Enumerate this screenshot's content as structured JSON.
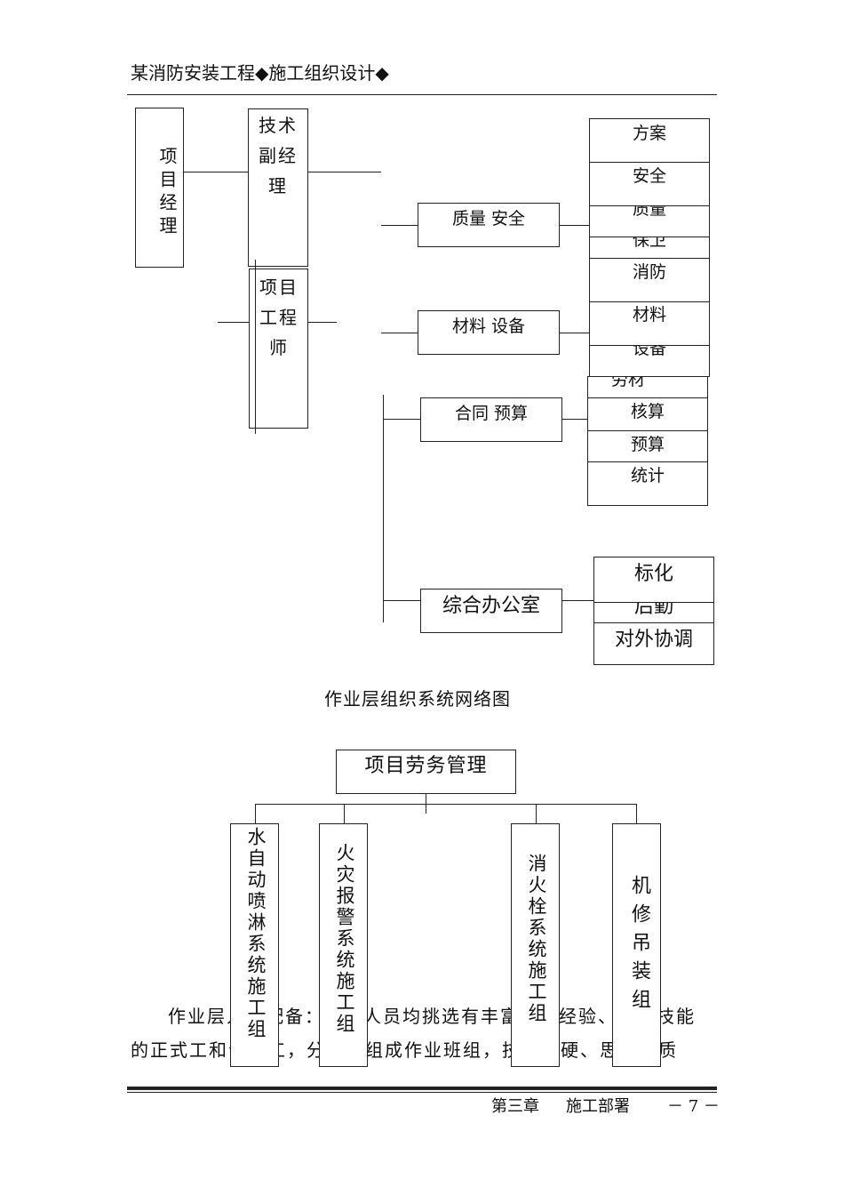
{
  "header": {
    "title": "某消防安装工程◆施工组织设计◆"
  },
  "chart1": {
    "pm": "项目经理",
    "tech_deputy": "技术副经理",
    "project_engineer": "项目工程师",
    "dept_quality": "质量 安全",
    "dept_material": "材料 设备",
    "dept_contract": "合同 预算",
    "dept_office": "综合办公室",
    "sub_quality": [
      "方案",
      "安全",
      "质量",
      "保卫",
      "消防"
    ],
    "sub_material": [
      "材料",
      "设备"
    ],
    "sub_contract": [
      "劳材",
      "核算",
      "预算",
      "统计"
    ],
    "sub_office": [
      "标化",
      "后勤",
      "对外协调"
    ],
    "caption": "作业层组织系统网络图"
  },
  "chart2": {
    "root": "项目劳务管理",
    "teams": [
      "水自动喷淋系统施工组",
      "火灾报警系统施工组",
      "消火栓系统施工组",
      "机修吊装组"
    ]
  },
  "body": {
    "line1": "作业层人员配备：施工人员均挑选有丰富施工经验、劳动技能",
    "line2": "的正式工和合同工，分专业组成作业班组，技术过硬、思想素质"
  },
  "footer": {
    "chapter": "第三章",
    "section": "施工部署",
    "page": "－ 7 －"
  }
}
